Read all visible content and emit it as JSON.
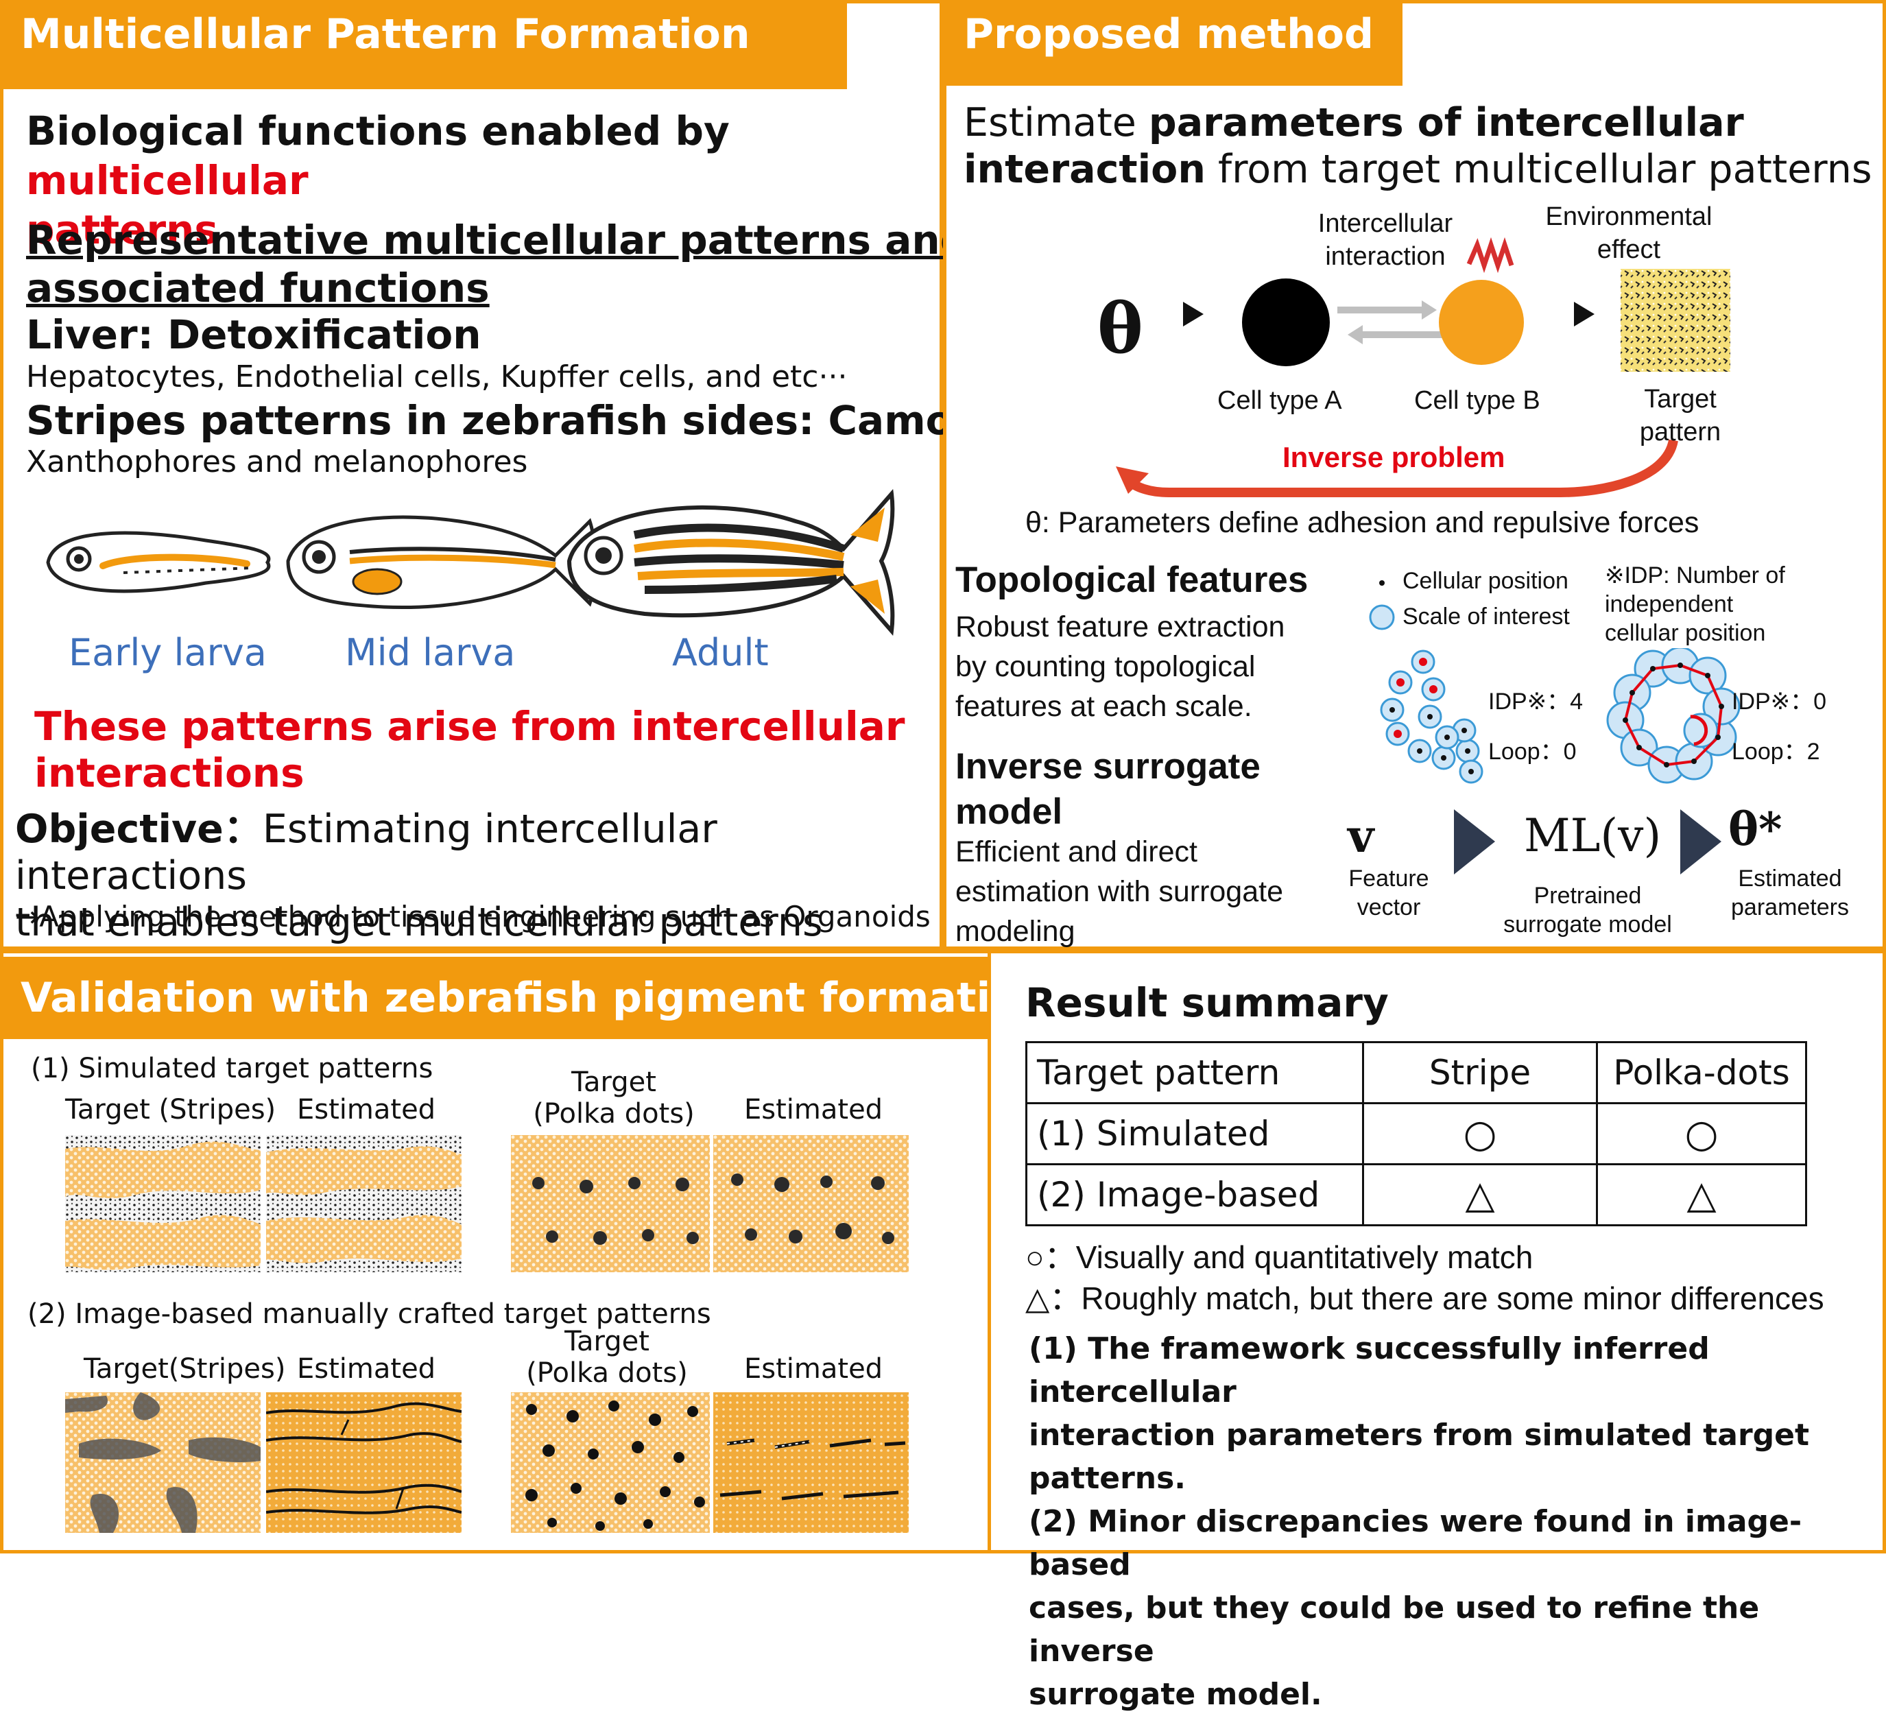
{
  "colors": {
    "accent": "#f29a0e",
    "red": "#e30613",
    "blue": "#3d6fba",
    "arrow_red": "#e2452a",
    "grey_arrow": "#2f3a4f",
    "cell_blue": "#cfe6f7",
    "cell_blue_stroke": "#3b9ad6"
  },
  "formation": {
    "title": "Multicellular Pattern Formation",
    "line1_a": "Biological functions enabled by ",
    "line1_b": "multicellular",
    "line1_c": "patterns",
    "rep_title_1": "Representative multicellular patterns and",
    "rep_title_2": "associated functions",
    "liver_title": "Liver: Detoxification",
    "liver_cells": "Hepatocytes, Endothelial cells, Kupffer cells, and etc···",
    "stripe_title": "Stripes patterns in zebrafish sides: Camouflage",
    "stripe_cells": "Xanthophores and melanophores",
    "stage_early": "Early larva",
    "stage_mid": "Mid larva",
    "stage_adult": "Adult",
    "arise_1": "These patterns arise from intercellular",
    "arise_2": "interactions",
    "objective_label": "Objective：",
    "objective_text_1": "Estimating intercellular interactions",
    "objective_text_2": "that enables target multicellular patterns",
    "applying": "→Applying the method to tissue engineering such as Organoids"
  },
  "method": {
    "title": "Proposed method",
    "est_a": "Estimate ",
    "est_b": "parameters of intercellular",
    "est_c": "interaction",
    "est_d": " from target multicellular patterns",
    "theta": "θ",
    "intercellular_1": "Intercellular",
    "intercellular_2": "interaction",
    "env_1": "Environmental",
    "env_2": "effect",
    "cell_a": "Cell type A",
    "cell_b": "Cell type B",
    "target_1": "Target",
    "target_2": "pattern",
    "inverse": "Inverse problem",
    "theta_def": "θ: Parameters define adhesion and repulsive forces",
    "topo_title": "Topological features",
    "topo_1": "Robust feature extraction",
    "topo_2": "by counting topological",
    "topo_3": "features at each scale.",
    "legend_pos": "Cellular position",
    "legend_scale": "Scale of interest",
    "idp_note_1": "※IDP: Number of",
    "idp_note_2": "independent",
    "idp_note_3": "cellular position",
    "idp_left": "IDP※：4",
    "loop_left": "Loop：0",
    "idp_right": "IDP※：0",
    "loop_right": "Loop：2",
    "inv_title_1": "Inverse surrogate",
    "inv_title_2": "model",
    "inv_1": "Efficient and direct",
    "inv_2": "estimation with surrogate",
    "inv_3": "modeling",
    "v": "v",
    "mlv": "ML(v)",
    "theta_star": "θ*",
    "feature_1": "Feature",
    "feature_2": "vector",
    "pretrained_1": "Pretrained",
    "pretrained_2": "surrogate model",
    "estimated_1": "Estimated",
    "estimated_2": "parameters"
  },
  "validation": {
    "title": "Validation with zebrafish pigment formations",
    "sim_title": "(1) Simulated target patterns",
    "img_title": "(2) Image-based manually crafted target patterns",
    "target_stripes": "Target (Stripes)",
    "target_stripes_2": "Target(Stripes)",
    "estimated": "Estimated",
    "target_label": "Target",
    "polka": "(Polka dots)"
  },
  "results": {
    "title": "Result summary",
    "table_header": [
      "Target pattern",
      "Stripe",
      "Polka-dots"
    ],
    "table_rows": [
      [
        "(1) Simulated",
        "○",
        "○"
      ],
      [
        "(2) Image-based",
        "△",
        "△"
      ]
    ],
    "legend_circle": "○：Visually and quantitatively match",
    "legend_triangle": "△：Roughly match, but there are some minor differences",
    "conc_1": "(1) The framework successfully inferred intercellular",
    "conc_2": "interaction parameters from simulated target patterns.",
    "conc_3": "(2) Minor discrepancies were found in image-based",
    "conc_4": "cases, but they could be used to  refine the inverse",
    "conc_5": "surrogate model."
  }
}
